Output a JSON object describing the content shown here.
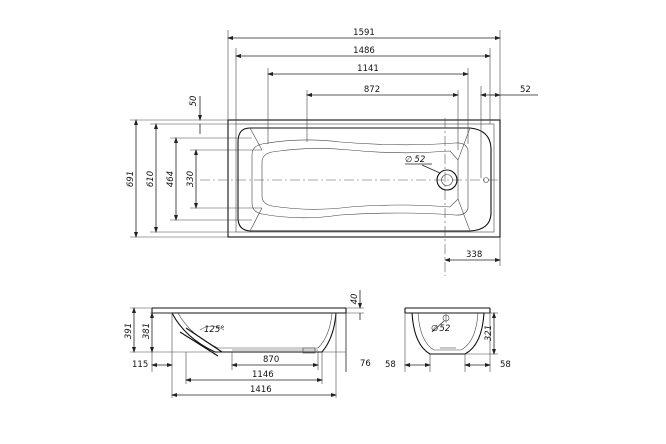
{
  "top_view": {
    "overall_length": "1591",
    "inner_length": "1486",
    "bottom_length": "1141",
    "flat_length": "872",
    "overflow_offset": "52",
    "rim": "50",
    "overall_width": "691",
    "inner_width": "610",
    "bottom_width": "464",
    "flat_width": "330",
    "drain_dia": "52",
    "drain_offset": "338"
  },
  "side_view": {
    "rim_height": "40",
    "total_height": "391",
    "inner_depth": "381",
    "angle": "125°",
    "leg_offset": "115",
    "flat_length": "870",
    "base_length": "1146",
    "inner_length": "1416",
    "end_height": "76"
  },
  "end_view": {
    "drain_dia": "52",
    "height": "321",
    "left_offset": "58",
    "right_offset": "58"
  },
  "symbols": {
    "diameter": "∅"
  }
}
